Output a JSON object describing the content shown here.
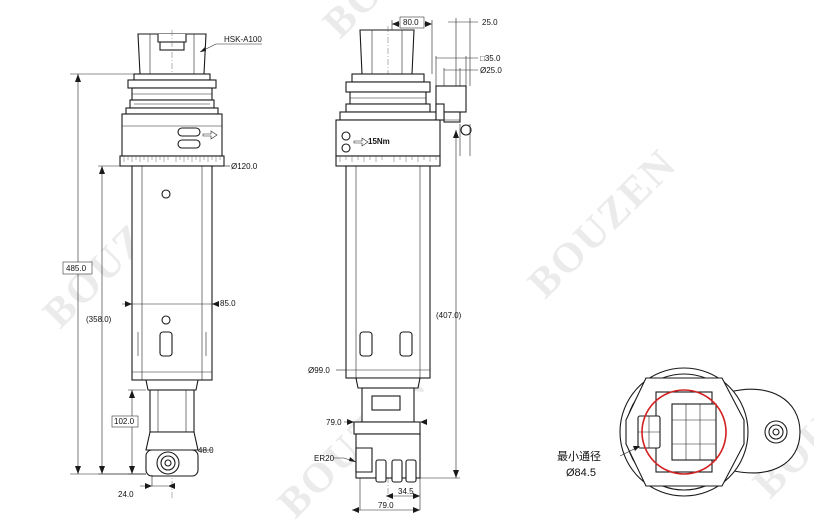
{
  "watermark": "BOUZEN",
  "accent_circle_color": "#d32020",
  "labels": {
    "holder": "HSK-A100",
    "dia_flange": "Ø120.0",
    "total_length": "485.0",
    "body_length": "(358.0)",
    "body_width": "85.0",
    "lower_length": "102.0",
    "nose_width": "48.0",
    "tip_offset": "24.0",
    "top_width": "80.0",
    "arm_offset": "25.0",
    "square": "□35.0",
    "dia_pin": "Ø25.0",
    "torque": "15Nm",
    "side_length": "(407.0)",
    "dia_body": "Ø99.0",
    "width_79_upper": "79.0",
    "collet": "ER20",
    "width_34": "34.5",
    "width_79_lower": "79.0",
    "min_passage_label": "最小通径",
    "min_passage_value": "Ø84.5"
  }
}
